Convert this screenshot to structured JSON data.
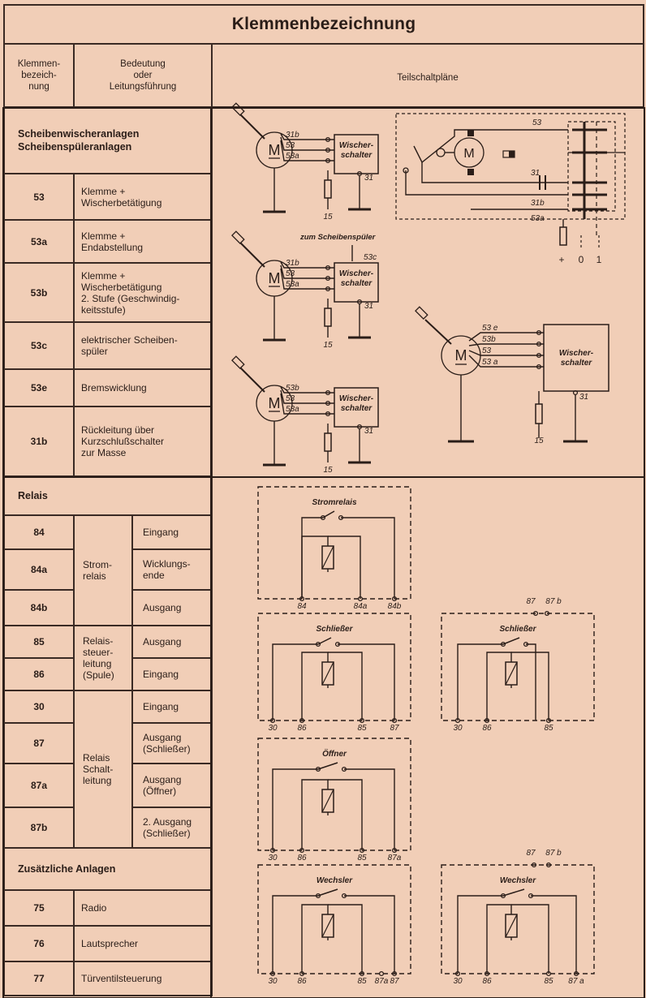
{
  "title": "Klemmenbezeichnung",
  "header": {
    "col1": "Klemmen-\nbezeich-\nnung",
    "col2": "Bedeutung\noder\nLeitungsführung",
    "col3": "Teilschaltpläne"
  },
  "sections": {
    "wiper": "Scheibenwischeranlagen\nScheibenspüleranlagen",
    "relais": "Relais",
    "extra": "Zusätzliche Anlagen"
  },
  "wiper_rows": [
    {
      "code": "53",
      "desc": "Klemme +\nWischerbetätigung"
    },
    {
      "code": "53a",
      "desc": "Klemme +\nEndabstellung"
    },
    {
      "code": "53b",
      "desc": "Klemme +\nWischerbetätigung\n2. Stufe (Geschwindig-\nkeitsstufe)"
    },
    {
      "code": "53c",
      "desc": "elektrischer Scheiben-\nspüler"
    },
    {
      "code": "53e",
      "desc": "Bremswicklung"
    },
    {
      "code": "31b",
      "desc": "Rückleitung über\nKurzschlußschalter\nzur Masse"
    }
  ],
  "relais_rows": [
    {
      "code": "84",
      "desc": "Eingang"
    },
    {
      "code": "84a",
      "desc": "Wicklungs-\nende"
    },
    {
      "code": "84b",
      "desc": "Ausgang"
    },
    {
      "code": "85",
      "desc": "Ausgang"
    },
    {
      "code": "86",
      "desc": "Eingang"
    },
    {
      "code": "30",
      "desc": "Eingang"
    },
    {
      "code": "87",
      "desc": "Ausgang\n(Schließer)"
    },
    {
      "code": "87a",
      "desc": "Ausgang\n(Öffner)"
    },
    {
      "code": "87b",
      "desc": "2. Ausgang\n(Schließer)"
    }
  ],
  "relais_groups": {
    "strom": "Strom-\nrelais",
    "steuer": "Relais-\nsteuer-\nleitung\n(Spule)",
    "schalt": "Relais\nSchalt-\nleitung"
  },
  "extra_rows": [
    {
      "code": "75",
      "desc": "Radio"
    },
    {
      "code": "76",
      "desc": "Lautsprecher"
    },
    {
      "code": "77",
      "desc": "Türventilsteuerung"
    }
  ],
  "diagram_labels": {
    "motor": "M",
    "wiper_switch": "Wischer-\nschalter",
    "spueler": "zum Scheibenspüler",
    "stromrelais": "Stromrelais",
    "schliesser": "Schließer",
    "oeffner": "Öffner",
    "wechsler": "Wechsler",
    "switch_positions": [
      "+",
      "0",
      "1"
    ]
  }
}
